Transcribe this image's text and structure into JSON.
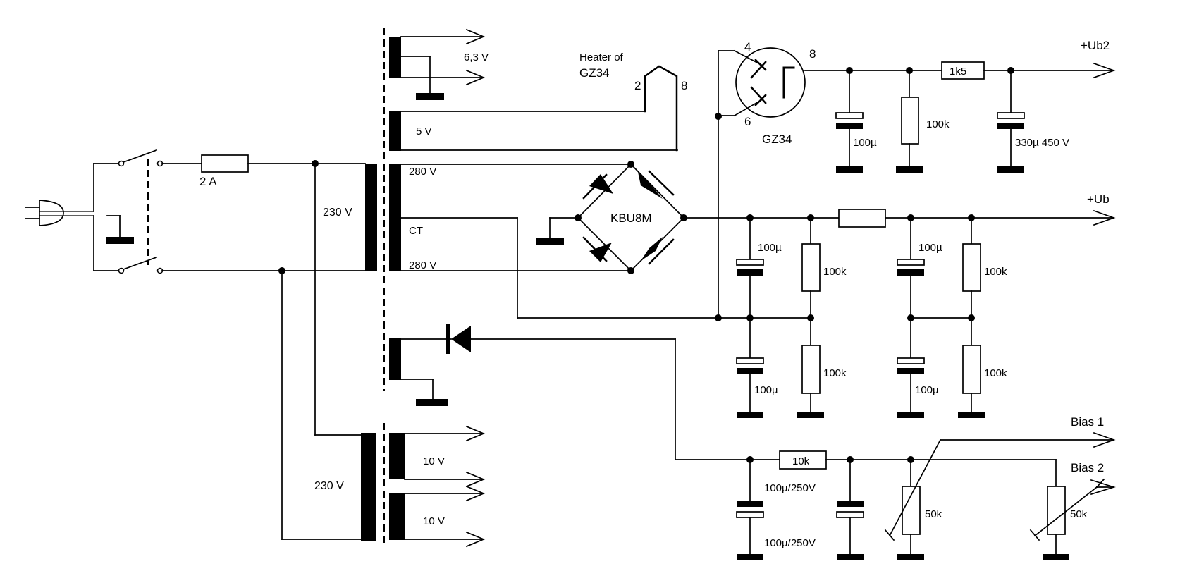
{
  "labels": {
    "fuse": "2 A",
    "primary_main": "230 V",
    "primary_bias": "230 V",
    "sec_63": "6,3 V",
    "sec_5": "5 V",
    "sec_280_top": "280 V",
    "sec_ct": "CT",
    "sec_280_bottom": "280 V",
    "sec_10a": "10 V",
    "sec_10b": "10 V",
    "heater_line1": "Heater of",
    "heater_line2": "GZ34",
    "heater_pin2": "2",
    "heater_pin8": "8",
    "tube_pin4": "4",
    "tube_pin6": "6",
    "tube_pin8": "8",
    "tube_name": "GZ34",
    "bridge": "KBU8M",
    "c_ub2_a": "100µ",
    "r_ub2": "100k",
    "r_series_ub2": "1k5",
    "c_ub2_b": "330µ 450 V",
    "out_ub2": "+Ub2",
    "out_ub": "+Ub",
    "c1_top": "100µ",
    "r1_top": "100k",
    "c2_top": "100µ",
    "r2_top": "100k",
    "c1_bot": "100µ",
    "r1_bot": "100k",
    "c2_bot": "100µ",
    "r2_bot": "100k",
    "r_bias": "10k",
    "c_bias_1": "100µ/250V",
    "c_bias_2": "100µ/250V",
    "pot1": "50k",
    "pot2": "50k",
    "out_bias1": "Bias 1",
    "out_bias2": "Bias 2"
  }
}
